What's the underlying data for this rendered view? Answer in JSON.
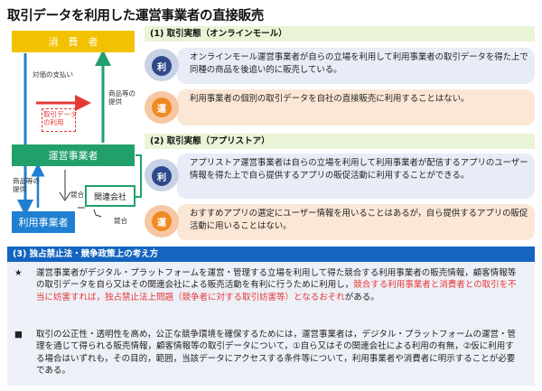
{
  "title": "取引データを利用した運営事業者の直接販売",
  "diagram": {
    "consumer": "消　費　者",
    "operator": "運営事業者",
    "user": "利用事業者",
    "affiliate": "関連会社",
    "payment": "対価の支払い",
    "goods_provision_top_1": "商品等の",
    "goods_provision_top_2": "提供",
    "data_use_1": "取引データ",
    "data_use_2": "の利用",
    "goods_provision_bottom_1": "商品等の",
    "goods_provision_bottom_2": "提供",
    "competition_1": "競合",
    "competition_2": "競合",
    "colors": {
      "consumer": "#f2c200",
      "operator": "#22a06b",
      "user": "#1f7fd1",
      "arrow_red": "#e53935"
    }
  },
  "section1": {
    "header": "(1) 取引実態（オンラインモール）",
    "badge_ri": "利",
    "badge_un": "運",
    "ri_text": "オンラインモール運営事業者が自らの立場を利用して利用事業者の取引データを得た上で同種の商品を後追い的に販売している。",
    "un_text": "利用事業者の個別の取引データを自社の直接販売に利用することはない。"
  },
  "section2": {
    "header": "(2) 取引実態（アプリストア）",
    "badge_ri": "利",
    "badge_un": "運",
    "ri_text": "アプリストア運営事業者は自らの立場を利用して利用事業者が配信するアプリのユーザー情報を得た上で自ら提供するアプリの販促活動に利用することができる。",
    "un_text": "おすすめアプリの選定にユーザー情報を用いることはあるが，自ら提供するアプリの販促活動に用いることはない。"
  },
  "section3": {
    "header": "(3) 独占禁止法・競争政策上の考え方",
    "bullet1_mark": "★",
    "bullet1_text_a": "運営事業者がデジタル・プラットフォームを運営・管理する立場を利用して得た競合する利用事業者の販売情報，顧客情報等の取引データを自ら又はその関連会社による販売活動を有利に行うために利用し，",
    "bullet1_text_red": "競合する利用事業者と消費者との取引を不当に妨害すれば，独占禁止法上問題（競争者に対する取引妨害等）となるおそれ",
    "bullet1_text_b": "がある。",
    "bullet2_mark": "■",
    "bullet2_text": "取引の公正性・透明性を高め，公正な競争環境を確保するためには，運営事業者は，デジタル・プラットフォームの運営・管理を通じて得られる販売情報，顧客情報等の取引データについて，①自ら又はその関連会社による利用の有無，②仮に利用する場合はいずれも，その目的，範囲，当該データにアクセスする条件等について，利用事業者や消費者に明示することが必要である。"
  }
}
